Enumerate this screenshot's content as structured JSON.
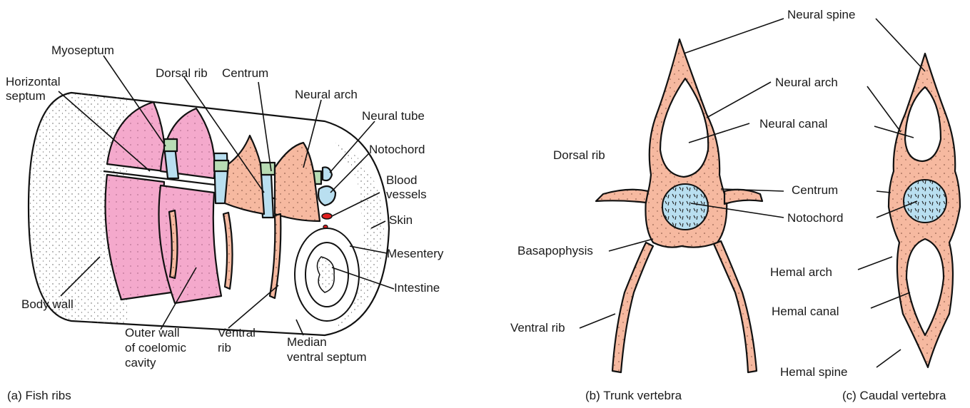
{
  "colors": {
    "bone": "#f6b9a0",
    "notochord": "#b9dff0",
    "cartilage": "#b8dcb4",
    "muscle": "#f4a9cc",
    "blood": "#e02020",
    "outline": "#111111",
    "stipple": "#555555"
  },
  "panel_a": {
    "caption": "(a) Fish ribs",
    "labels": {
      "myoseptum": "Myoseptum",
      "horizontal_septum_1": "Horizontal",
      "horizontal_septum_2": "septum",
      "dorsal_rib": "Dorsal rib",
      "centrum": "Centrum",
      "neural_arch": "Neural arch",
      "neural_tube": "Neural tube",
      "notochord": "Notochord",
      "blood_vessels_1": "Blood",
      "blood_vessels_2": "vessels",
      "skin": "Skin",
      "mesentery": "Mesentery",
      "intestine": "Intestine",
      "body_wall": "Body wall",
      "outer_wall_1": "Outer wall",
      "outer_wall_2": "of coelomic",
      "outer_wall_3": "cavity",
      "ventral_rib_1": "Ventral",
      "ventral_rib_2": "rib",
      "median_ventral_septum_1": "Median",
      "median_ventral_septum_2": "ventral septum"
    }
  },
  "panel_b": {
    "caption": "(b) Trunk vertebra",
    "labels": {
      "neural_spine": "Neural spine",
      "neural_arch": "Neural arch",
      "neural_canal": "Neural canal",
      "dorsal_rib": "Dorsal rib",
      "centrum": "Centrum",
      "notochord": "Notochord",
      "basapophysis": "Basapophysis",
      "ventral_rib": "Ventral rib"
    }
  },
  "panel_c": {
    "caption": "(c) Caudal vertebra",
    "labels": {
      "hemal_arch": "Hemal arch",
      "hemal_canal": "Hemal canal",
      "hemal_spine": "Hemal spine"
    }
  }
}
